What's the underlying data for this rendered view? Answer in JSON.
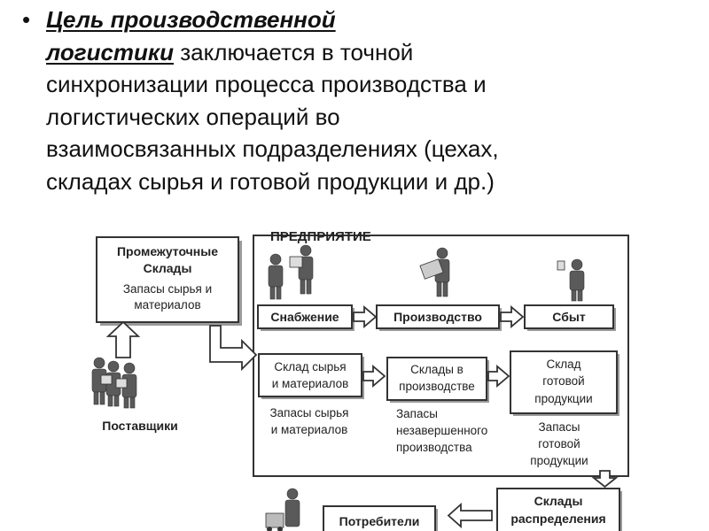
{
  "bullet": {
    "term_line1": "Цель производственной",
    "term_line2": "логистики",
    "text_rest_line2": " заключается в точной",
    "line3": "синхронизации процесса производства и",
    "line4": "логистических операций во",
    "line5": "взаимосвязанных подразделениях (цехах,",
    "line6": "складах сырья и готовой продукции и др.)"
  },
  "diagram": {
    "enterprise_label": "ПРЕДПРИЯТИЕ",
    "intermediate": {
      "line1": "Промежуточные",
      "line2": "Склады",
      "line3": "Запасы сырья и",
      "line4": "материалов"
    },
    "suppliers": "Поставщики",
    "supply": "Снабжение",
    "production": "Производство",
    "sales": "Сбыт",
    "raw_store": {
      "line1": "Склад сырья",
      "line2": "и материалов"
    },
    "raw_stock": {
      "line1": "Запасы сырья",
      "line2": "и материалов"
    },
    "prod_store": {
      "line1": "Склады в",
      "line2": "производстве"
    },
    "wip_stock": {
      "line1": "Запасы",
      "line2": "незавершенного",
      "line3": "производства"
    },
    "finished_store": {
      "line1": "Склад",
      "line2": "готовой",
      "line3": "продукции"
    },
    "finished_stock": {
      "line1": "Запасы",
      "line2": "готовой",
      "line3": "продукции"
    },
    "distribution": {
      "line1": "Склады",
      "line2": "распределения"
    },
    "consumers": "Потребители"
  }
}
